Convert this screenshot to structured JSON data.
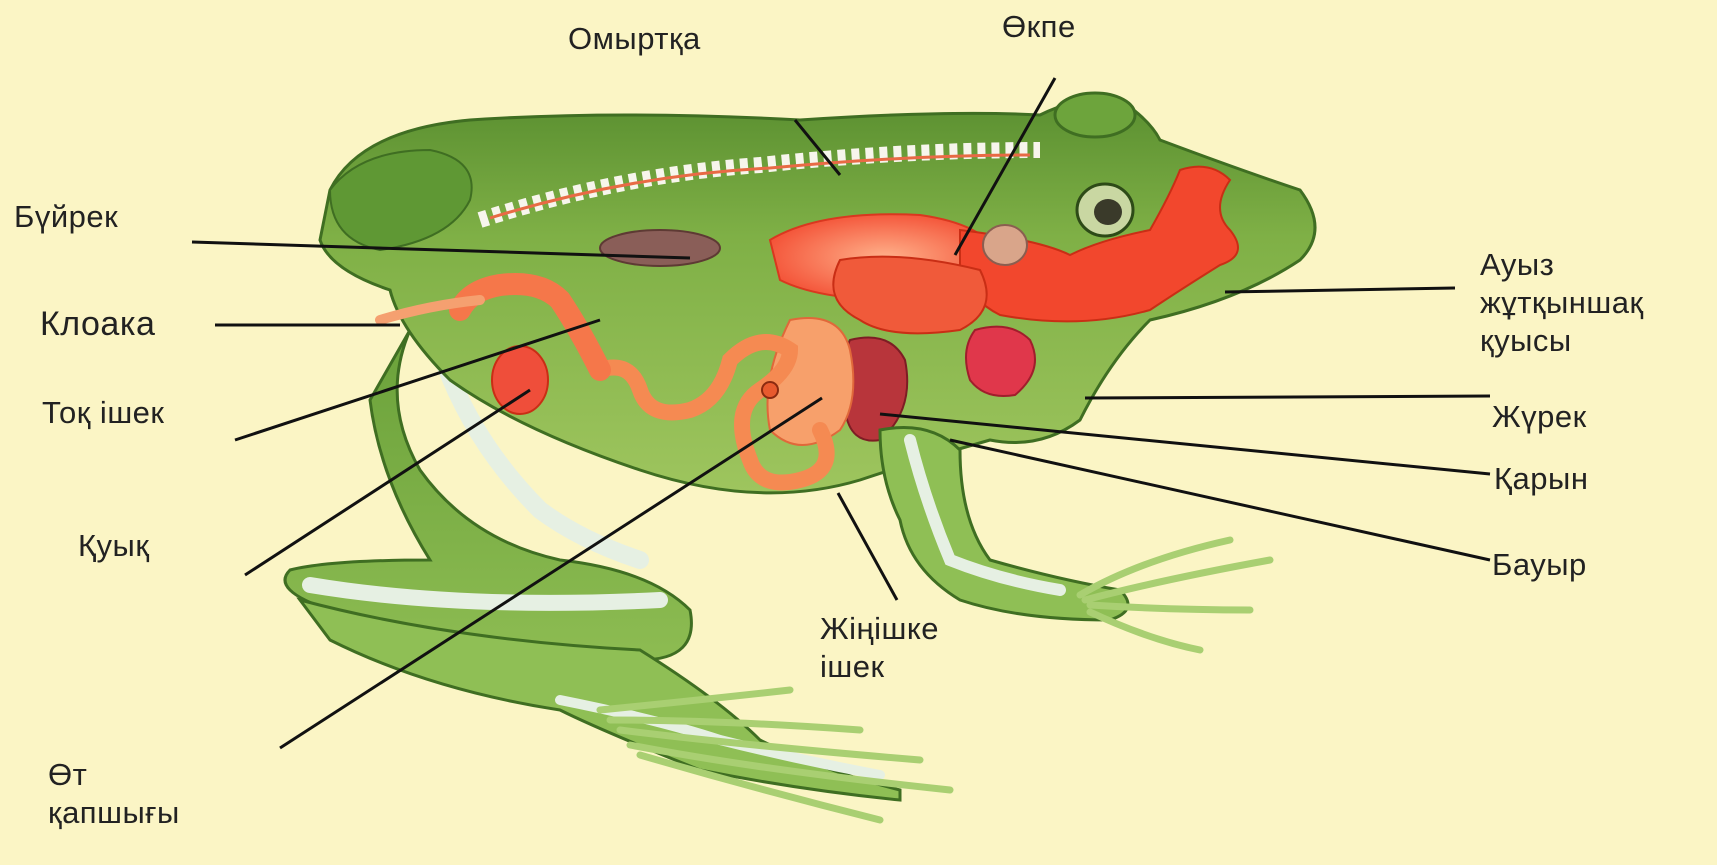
{
  "colors": {
    "background": "#fbf5c5",
    "skin_dark": "#5d9433",
    "skin_light": "#a6cf63",
    "organ_red": "#f2472d",
    "organ_orange": "#f58a52",
    "kidney": "#8a5e58",
    "bone": "#e2ede2",
    "line": "#111111"
  },
  "labels": {
    "spine": "Омыртқа",
    "lung": "Өкпе",
    "kidney": "Бүйрек",
    "cloaca": "Клоака",
    "large_intestine": "Тоқ ішек",
    "bladder": "Қуық",
    "mouth_line1": "Ауыз",
    "mouth_line2": "жұтқыншақ",
    "mouth_line3": "қуысы",
    "heart": "Жүрек",
    "stomach": "Қарын",
    "liver": "Бауыр",
    "small_intestine_line1": "Жіңішке",
    "small_intestine_line2": "ішек",
    "gallbladder_line1": "Өт",
    "gallbladder_line2": "қапшығы"
  }
}
